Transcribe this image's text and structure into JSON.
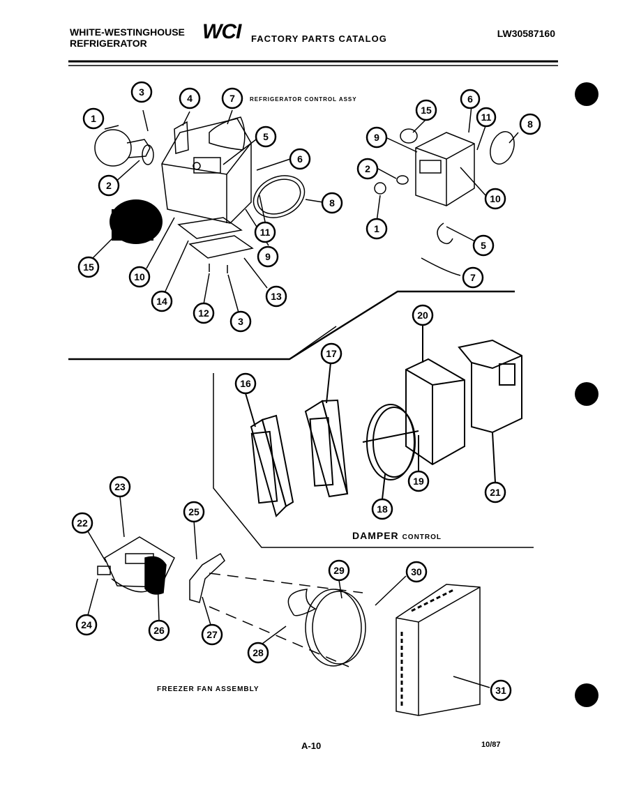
{
  "header": {
    "brand_line1": "WHITE-WESTINGHOUSE",
    "brand_line2": "REFRIGERATOR",
    "logo": "WCI",
    "catalog_title": "FACTORY PARTS CATALOG",
    "model": "LW30587160"
  },
  "captions": {
    "refrigerator_control": "REFRIGERATOR CONTROL ASSY",
    "damper_control_bold": "DAMPER",
    "damper_control_rest": "CONTROL",
    "freezer_fan": "FREEZER FAN ASSEMBLY"
  },
  "footer": {
    "page": "A-10",
    "date": "10/87"
  },
  "callouts": {
    "c1": "1",
    "c2": "2",
    "c3a": "3",
    "c3b": "3",
    "c4": "4",
    "c5": "5",
    "c6": "6",
    "c7": "7",
    "c8": "8",
    "c9": "9",
    "c10": "10",
    "c11": "11",
    "c12": "12",
    "c13": "13",
    "c14": "14",
    "c15": "15",
    "r1": "1",
    "r2": "2",
    "r5": "5",
    "r6": "6",
    "r7": "7",
    "r8": "8",
    "r9": "9",
    "r10": "10",
    "r11": "11",
    "r15": "15",
    "c16": "16",
    "c17": "17",
    "c18": "18",
    "c19": "19",
    "c20": "20",
    "c21": "21",
    "c22": "22",
    "c23": "23",
    "c24": "24",
    "c25": "25",
    "c26": "26",
    "c27": "27",
    "c28": "28",
    "c29": "29",
    "c30": "30",
    "c31": "31"
  }
}
